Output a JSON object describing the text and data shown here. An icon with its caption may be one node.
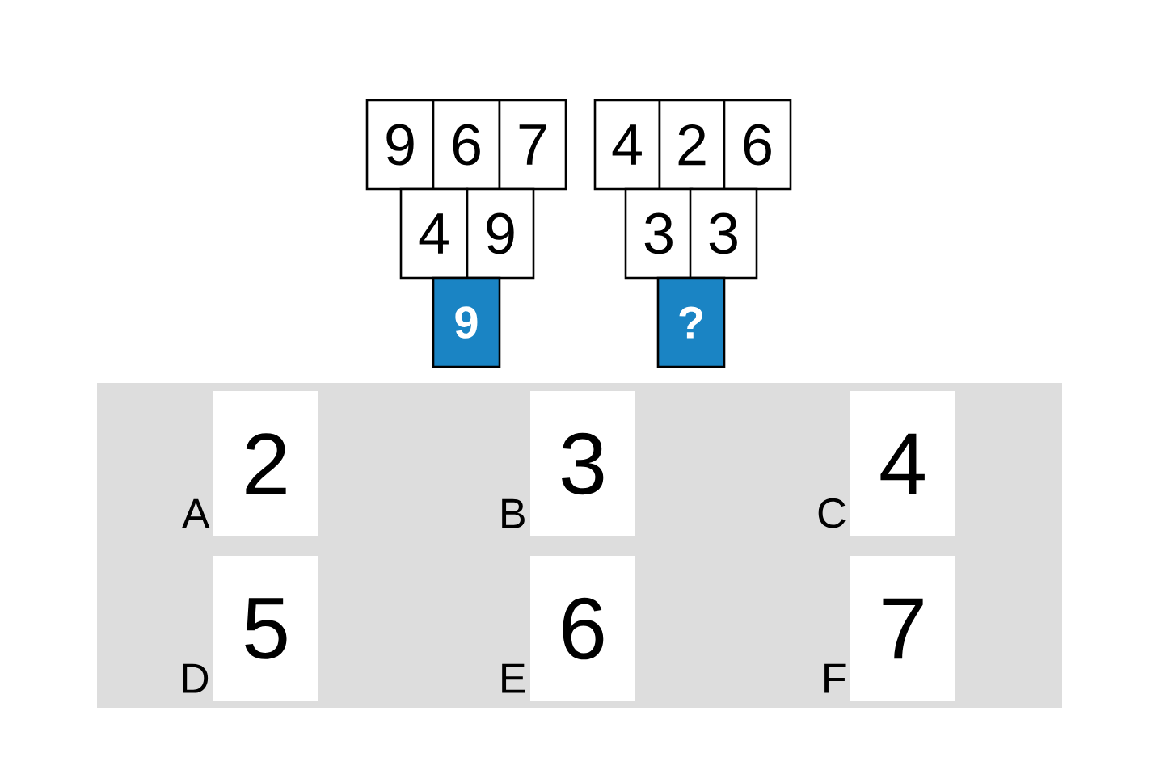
{
  "diagram": {
    "nodes": [
      {
        "text": [
          "9"
        ]
      },
      {
        "text": [
          "6"
        ]
      },
      {
        "text": [
          "7"
        ]
      },
      {
        "text": [
          "4"
        ]
      },
      {
        "text": [
          "2"
        ]
      },
      {
        "text": [
          "6"
        ]
      },
      {
        "text": [
          "4"
        ]
      },
      {
        "text": [
          "9"
        ]
      },
      {
        "text": [
          "3"
        ]
      },
      {
        "text": [
          "3"
        ]
      },
      {
        "text": [
          "9"
        ]
      },
      {
        "text": [
          "?"
        ]
      },
      {
        "text": [],
        "shape": "box"
      },
      {
        "text": [
          "2"
        ],
        "beside": [
          "A"
        ],
        "in": 12
      },
      {
        "text": [
          "3"
        ],
        "beside": [
          "B"
        ],
        "in": 12
      },
      {
        "text": [
          "4"
        ],
        "beside": [
          "C"
        ],
        "in": 12
      },
      {
        "text": [
          "5"
        ],
        "beside": [
          "D"
        ],
        "in": 12
      },
      {
        "text": [
          "6"
        ],
        "beside": [
          "E"
        ],
        "in": 12
      },
      {
        "text": [
          "7"
        ],
        "beside": [
          "F"
        ],
        "in": 12
      }
    ]
  }
}
